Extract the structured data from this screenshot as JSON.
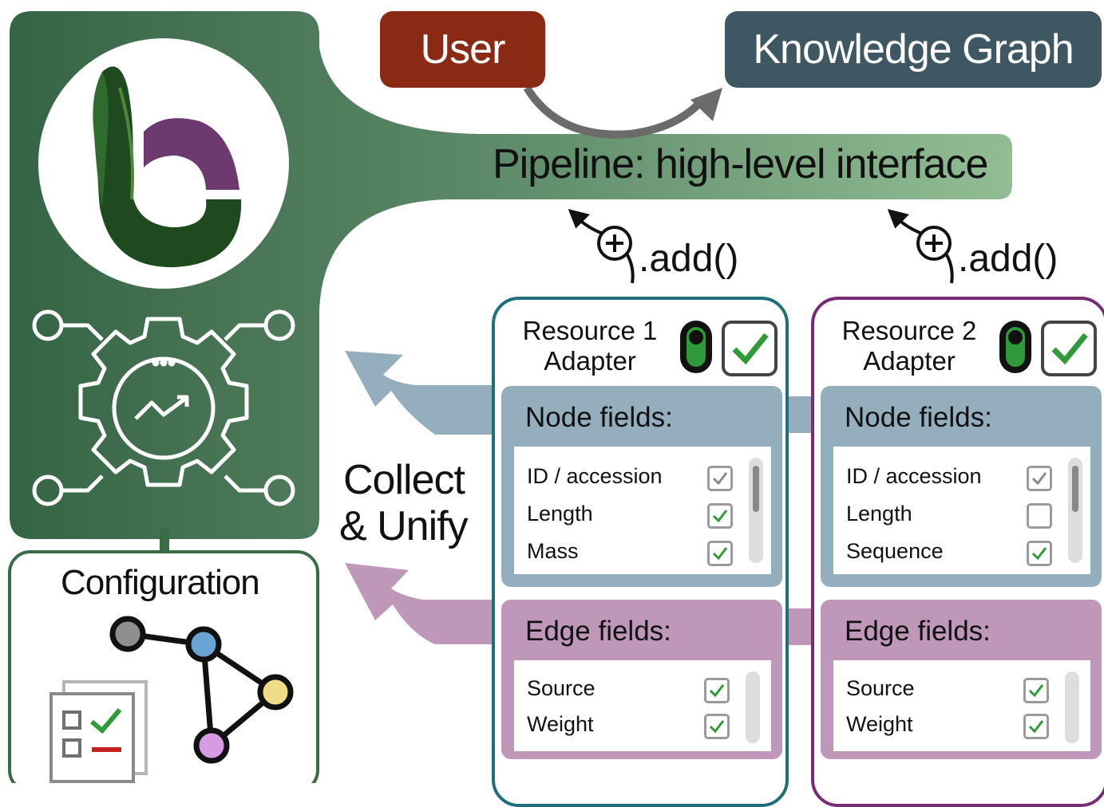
{
  "user": {
    "label": "User",
    "color": "#8b2a14"
  },
  "knowledge_graph": {
    "label": "Knowledge Graph",
    "color": "#3f5663"
  },
  "pipeline": {
    "label": "Pipeline: high-level interface",
    "color": "#8db98e"
  },
  "add_call": ".add()",
  "collect_unify": {
    "line1": "Collect",
    "line2": "& Unify"
  },
  "configuration": {
    "label": "Configuration"
  },
  "colors": {
    "panel_dark": "#3a6b47",
    "node_band": "#94aebd",
    "edge_band": "#bf97b9",
    "adapter1_border": "#1f6e7c",
    "adapter2_border": "#7a2a76",
    "check_green": "#2f9a3a"
  },
  "adapters": [
    {
      "title_line1": "Resource 1",
      "title_line2": "Adapter",
      "node_title": "Node fields:",
      "node_fields": [
        {
          "label": "ID / accession",
          "checked": true,
          "style": "gray"
        },
        {
          "label": "Length",
          "checked": true,
          "style": "green"
        },
        {
          "label": "Mass",
          "checked": true,
          "style": "green"
        }
      ],
      "edge_title": "Edge fields:",
      "edge_fields": [
        {
          "label": "Source",
          "checked": true,
          "style": "green"
        },
        {
          "label": "Weight",
          "checked": true,
          "style": "green"
        }
      ]
    },
    {
      "title_line1": "Resource 2",
      "title_line2": "Adapter",
      "node_title": "Node fields:",
      "node_fields": [
        {
          "label": "ID / accession",
          "checked": true,
          "style": "gray"
        },
        {
          "label": "Length",
          "checked": false,
          "style": "empty"
        },
        {
          "label": "Sequence",
          "checked": true,
          "style": "green"
        }
      ],
      "edge_title": "Edge fields:",
      "edge_fields": [
        {
          "label": "Source",
          "checked": true,
          "style": "green"
        },
        {
          "label": "Weight",
          "checked": true,
          "style": "green"
        }
      ]
    }
  ]
}
